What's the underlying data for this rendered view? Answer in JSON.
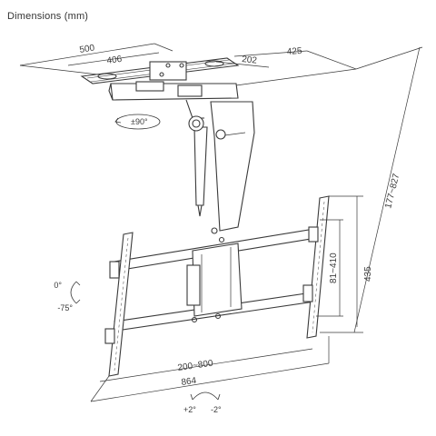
{
  "title": "Dimensions (mm)",
  "dims": {
    "d500": "500",
    "d406": "406",
    "d202": "202",
    "d425": "425",
    "height": "177~827",
    "d435": "435",
    "d81_410": "81~410",
    "d200_800": "200~800",
    "d864": "864"
  },
  "rotations": {
    "swivel": "±90°",
    "tilt_top": "0°",
    "tilt_bottom": "-75°",
    "roll_left": "+2°",
    "roll_right": "-2°"
  },
  "colors": {
    "line": "#3a3a3a",
    "text": "#3c3c3c"
  }
}
